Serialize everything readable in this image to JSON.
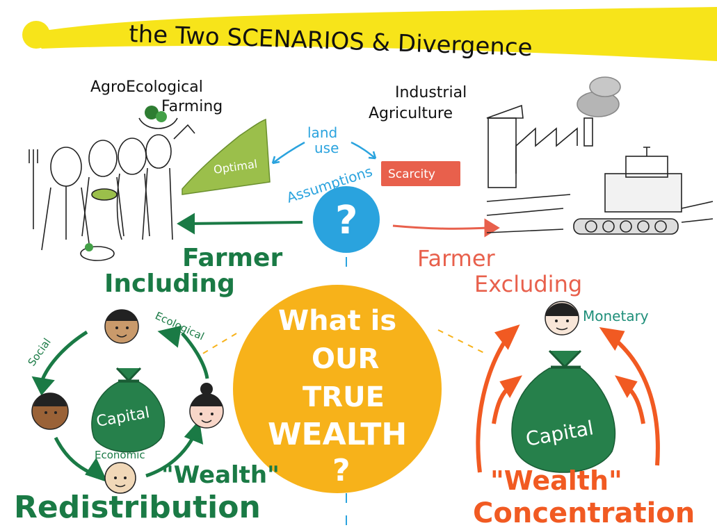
{
  "title": "the Two SCENARIOS & Divergence",
  "left_scenario": {
    "heading_line1": "AgroEcological",
    "heading_line2": "Farming",
    "land_label": "Optimal",
    "path_line1": "Farmer",
    "path_line2": "Including",
    "cycle_labels": {
      "social": "Social",
      "ecological": "Ecological",
      "economic": "Economic"
    },
    "bag_label": "Capital",
    "wealth_quote": "\"Wealth\"",
    "footer": "Redistribution"
  },
  "right_scenario": {
    "heading_line1": "Industrial",
    "heading_line2": "Agriculture",
    "land_label": "Scarcity",
    "path_line1": "Farmer",
    "path_line2": "Excluding",
    "monetary_label": "Monetary",
    "bag_label": "Capital",
    "wealth_quote": "\"Wealth\"",
    "footer": "Concentration"
  },
  "center": {
    "land_use_line1": "land",
    "land_use_line2": "use",
    "assumptions": "Assumptions",
    "question_mark": "?",
    "question_lines": [
      "What is",
      "OUR",
      "TRUE",
      "WEALTH",
      "?"
    ]
  },
  "colors": {
    "title_banner": "#f7e41a",
    "green": "#1a7a45",
    "bag_green": "#26804b",
    "light_green": "#9bbf4b",
    "red": "#e8604c",
    "orange": "#f08a1c",
    "center_circle": "#f7b21a",
    "blue": "#2aa3de"
  }
}
